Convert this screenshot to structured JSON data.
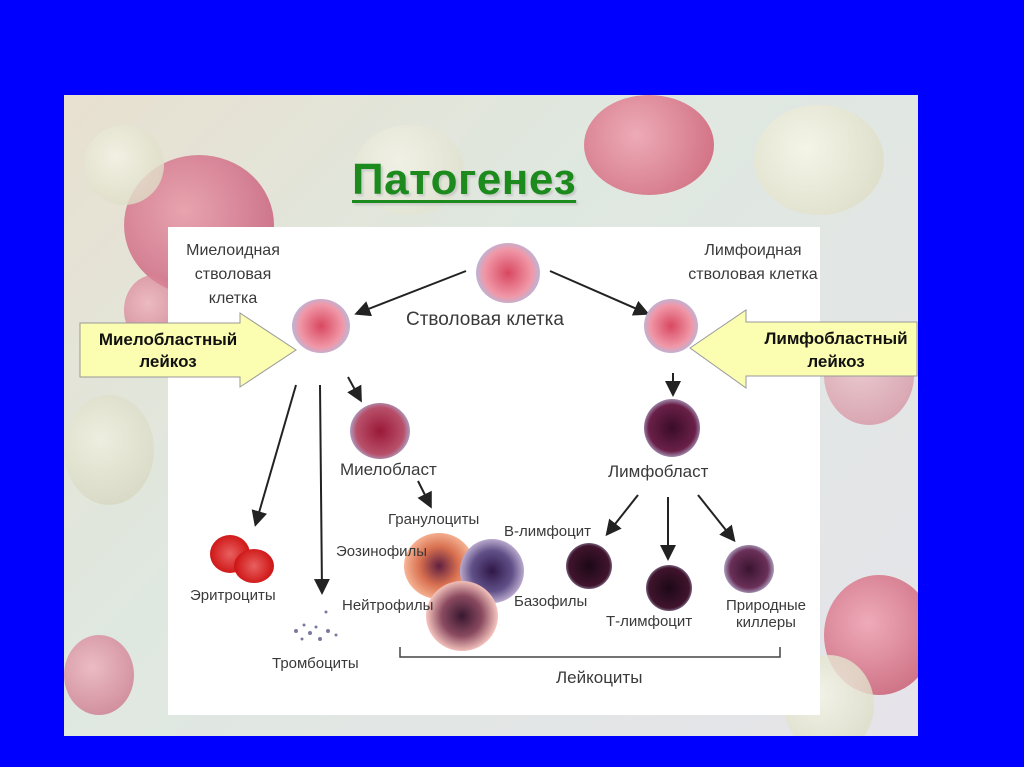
{
  "title": "Патогенез",
  "colors": {
    "background": "#0000ff",
    "title": "#1c8a1c",
    "callout": "#fbfdb0"
  },
  "diagram": {
    "stem_cell": "Стволовая клетка",
    "myeloid_stem": "Миелоидная стволовая клетка",
    "lymphoid_stem": "Лимфоидная стволовая клетка",
    "myeloblast": "Миелобласт",
    "lymphoblast": "Лимфобласт",
    "granulocytes": "Гранулоциты",
    "eosinophils": "Эозинофилы",
    "neutrophils": "Нейтрофилы",
    "basophils": "Базофилы",
    "erythrocytes": "Эритроциты",
    "thrombocytes": "Тромбоциты",
    "b_lymphocyte": "В-лимфоцит",
    "t_lymphocyte": "Т-лимфоцит",
    "natural_killers": "Природные киллеры",
    "leukocytes": "Лейкоциты"
  },
  "callouts": {
    "myeloblastic_line1": "Миелобластный",
    "myeloblastic_line2": "лейкоз",
    "lymphoblastic_line1": "Лимфобластный",
    "lymphoblastic_line2": "лейкоз"
  }
}
